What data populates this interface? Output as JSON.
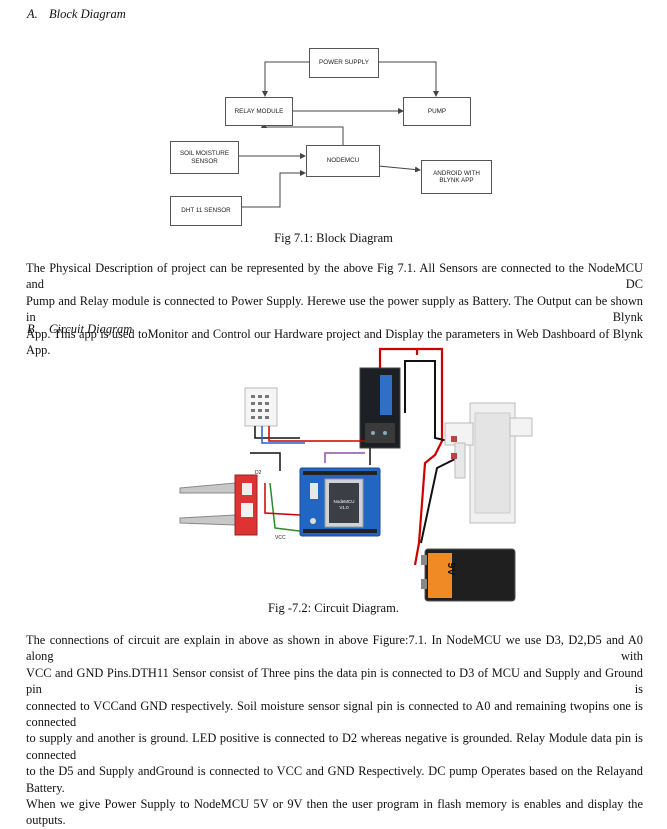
{
  "section_a": {
    "letter": "A.",
    "title": "Block Diagram"
  },
  "block_diagram": {
    "power_supply": "POWER SUPPLY",
    "relay_module": "RELAY MODULE",
    "pump": "PUMP",
    "soil_sensor_line1": "SOIL MOISTURE",
    "soil_sensor_line2": "SENSOR",
    "nodemcu": "NODEMCU",
    "android_line1": "ANDROID WITH",
    "android_line2": "BLYNK APP",
    "dht11": "DHT 11 SENSOR"
  },
  "fig1_caption": "Fig 7.1: Block Diagram",
  "para1": [
    "The Physical Description of project can be represented by the above Fig 7.1. All Sensors are connected to the NodeMCU and DC",
    "Pump and Relay module is connected to Power Supply. Herewe use the power supply as Battery. The Output can be shown in Blynk",
    "App. This app is used toMonitor and Control our Hardware project and Display the parameters in Web Dashboard of Blynk App."
  ],
  "section_b": {
    "letter": "B.",
    "title": "Circuit Diagram"
  },
  "circuit": {
    "nodemcu_label": "NodeMCU",
    "nodemcu_version": "V1.0",
    "battery_label": "9V",
    "d2_label": "D2",
    "vcc_label": "VCC"
  },
  "fig2_caption": "Fig -7.2: Circuit Diagram.",
  "para2": [
    "The connections of circuit are explain in above as shown in above Figure:7.1. In NodeMCU we use D3, D2,D5 and A0 along with",
    "VCC and GND Pins.DTH11 Sensor consist of Three pins the data pin is connected to D3 of MCU and Supply and Ground pin is",
    "connected to VCCand GND respectively. Soil moisture sensor signal pin is connected to A0 and remaining twopins one is connected",
    "to supply and another is ground. LED positive is connected to D2 whereas negative is grounded. Relay Module data pin is connected",
    "to the D5 and Supply andGround is connected to VCC and GND Respectively. DC pump Operates based on the Relayand Battery.",
    "When we give Power Supply to NodeMCU 5V or 9V then the user program in flash memory is enables and display the outputs."
  ]
}
